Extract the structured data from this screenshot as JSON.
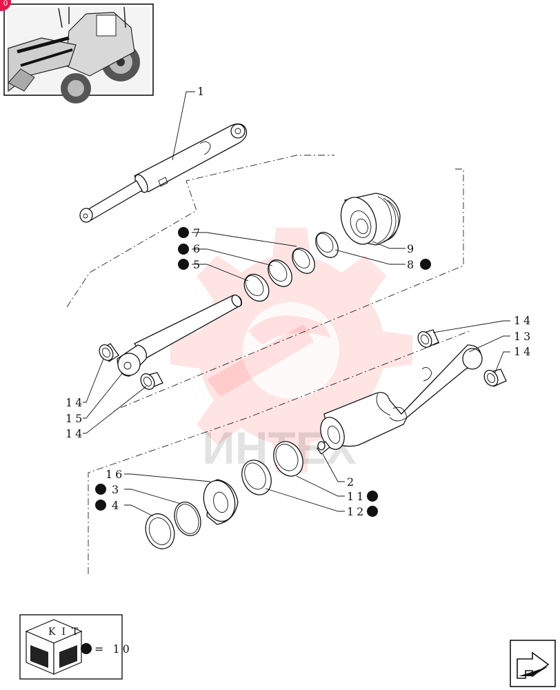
{
  "watermark": {
    "text": "ИНТЕХ",
    "color": "#ff3030"
  },
  "badge": {
    "text": "0",
    "color": "#e8154d"
  },
  "callouts": {
    "c1": "1",
    "c7": "7",
    "c6": "6",
    "c5": "5",
    "c9": "9",
    "c8": "8",
    "c14a": "14",
    "c13": "13",
    "c14b": "14",
    "c14c": "14",
    "c15": "15",
    "c14d": "14",
    "c2": "2",
    "c16": "16",
    "c3": "3",
    "c4": "4",
    "c11": "11",
    "c12": "12"
  },
  "kit_legend": {
    "kit_label": "KIT",
    "equals_text": "= 10"
  },
  "icons": [
    "thumbnail-backhoe-icon",
    "kit-box-icon",
    "navigation-arrow-icon",
    "kit-dot-icon"
  ]
}
